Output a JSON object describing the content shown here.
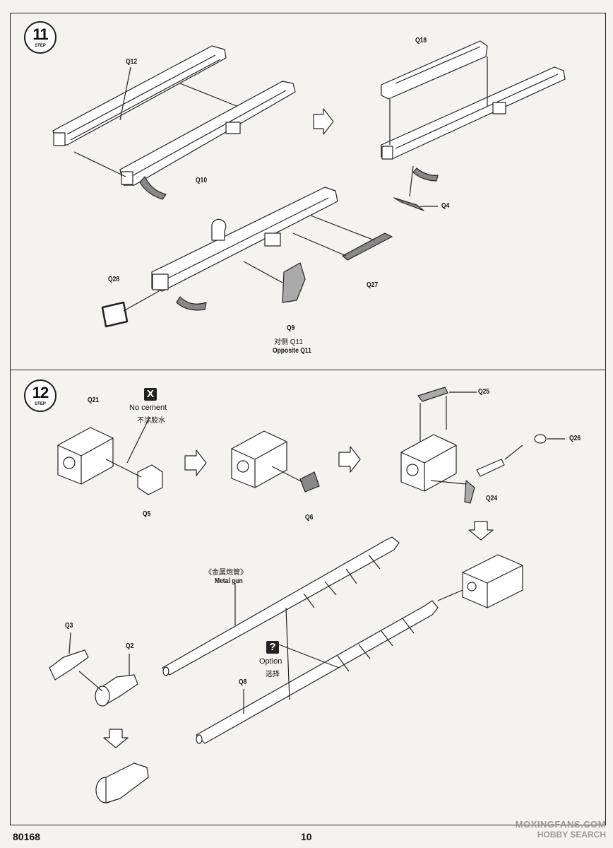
{
  "steps": [
    {
      "number": "11",
      "word": "STEP"
    },
    {
      "number": "12",
      "word": "STEP"
    }
  ],
  "step11": {
    "labels": {
      "q12": "Q12",
      "q10": "Q10",
      "q18": "Q18",
      "q4": "Q4",
      "q28": "Q28",
      "q27": "Q27",
      "q9": "Q9",
      "q9_cn": "对侧 Q11",
      "q9_en": "Opposite Q11"
    }
  },
  "step12": {
    "labels": {
      "q21": "Q21",
      "q5": "Q5",
      "q6": "Q6",
      "q25": "Q25",
      "q26": "Q26",
      "q24": "Q24",
      "q3": "Q3",
      "q2": "Q2",
      "q8": "Q8"
    },
    "no_cement_icon": "X",
    "no_cement_en": "No cement",
    "no_cement_cn": "不涂胶水",
    "metal_gun_cn": "《金属炮管》",
    "metal_gun_en": "Metal gun",
    "option_icon": "?",
    "option_en": "Option",
    "option_cn": "选择"
  },
  "footer": {
    "code": "80168",
    "page": "10"
  },
  "watermark": {
    "site": "MOXINGFANS.COM",
    "brand": "HOBBY SEARCH"
  }
}
